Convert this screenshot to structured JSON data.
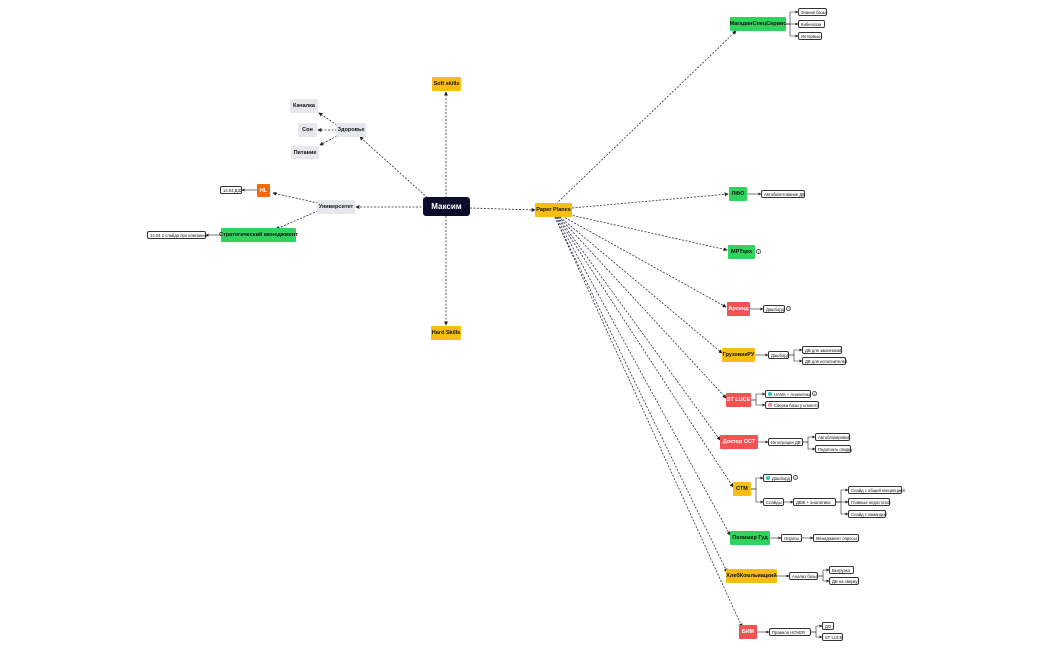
{
  "root": "Максим",
  "left": {
    "health": {
      "label": "Здоровье",
      "children": [
        "Качалка",
        "Сон",
        "Питание"
      ]
    },
    "university": {
      "label": "Университет"
    },
    "hl": {
      "label": "HL",
      "child": "14.04 ДЗ2"
    },
    "strategic": {
      "label": "Стратегический менеджмент",
      "child": "14.04 2 слайда про компанию"
    }
  },
  "soft_skills": "Soft skills",
  "hard_skills": "Hard Skills",
  "paper_planes": "Paper Planes",
  "projects": {
    "magadan": {
      "label": "МагаданСпецСервис",
      "children": [
        "Знания базы",
        "Кибензоза",
        "Интервью"
      ]
    },
    "lpo": {
      "label": "ЛФО",
      "child": "Автобилетование ДВ"
    },
    "mptsets": {
      "label": "МРТцех"
    },
    "arsenal": {
      "label": "Арсенд",
      "child": "Дашборд"
    },
    "gruzovik": {
      "label": "ГрузовикРУ",
      "child": "Дашборд",
      "children": [
        "ДВ для заказчиков",
        "ДВ для исполнителей"
      ]
    },
    "stluce": {
      "label": "ST LUCE",
      "children": [
        "UANS + Аналитика",
        "Сверка базы у клиента"
      ]
    },
    "doktor": {
      "label": "Доктор ОСТ",
      "child": "Интеграция ДВ",
      "children": [
        "Автоблокировка",
        "Подогнать сводку"
      ]
    },
    "stm": {
      "label": "СТМ",
      "dash": "Дашборд",
      "slides": "Слайды",
      "middle": "ДВЖ + аналитика",
      "children": [
        "Слайд с общей концепцией",
        "Главные недостатки",
        "Слайд с командой"
      ]
    },
    "polymer": {
      "label": "Полимер Гуд",
      "child": "Опросы",
      "grand": "Менеджмент опросы"
    },
    "khleb": {
      "label": "ХлебКомльиацкий",
      "child": "Анализ базы",
      "children": [
        "Выгрузка",
        "ДВ на сверку"
      ]
    },
    "bim": {
      "label": "БИМ",
      "child": "Правила HOVER",
      "children": [
        "ДО",
        "ST LUCE"
      ]
    }
  }
}
